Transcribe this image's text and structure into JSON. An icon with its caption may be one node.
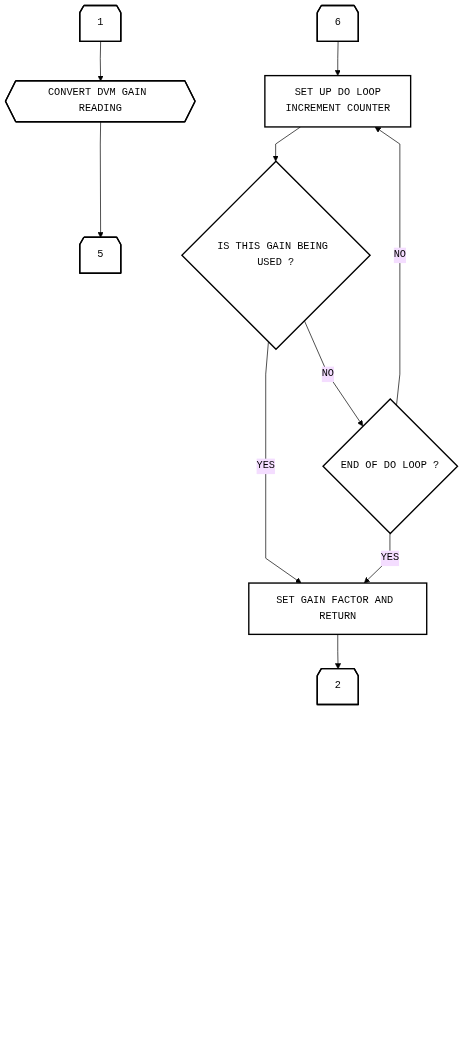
{
  "diagram": {
    "nodes": [
      {
        "text": [
          "1"
        ]
      },
      {
        "text": [
          "CONVERT DVM GAIN READING"
        ]
      },
      {
        "text": [
          "5"
        ]
      },
      {
        "text": [
          "SET UP DO LOOP",
          "INCREMENT COUNTER"
        ]
      },
      {
        "text": [
          "6"
        ]
      },
      {
        "text": [
          "IS THIS GAIN BEING USED ?"
        ]
      },
      {
        "text": [
          "END OF DO LOOP ?"
        ]
      },
      {
        "text": [
          "SET GAIN FACTOR AND RETURN"
        ]
      },
      {
        "text": [
          "2"
        ]
      }
    ],
    "edges": [
      {
        "from": 0,
        "to": 1,
        "arrow": "to"
      },
      {
        "from": 1,
        "to": 2,
        "arrow": "to"
      },
      {
        "from": 4,
        "to": 3,
        "arrow": "to"
      },
      {
        "from": 3,
        "to": 5,
        "arrow": "to"
      },
      {
        "from": 5,
        "to": 6,
        "arrow": "to",
        "label": "NO"
      },
      {
        "from": 5,
        "to": 7,
        "arrow": "to",
        "label": "YES"
      },
      {
        "from": 6,
        "to": 3,
        "arrow": "to",
        "label": "NO"
      },
      {
        "from": 6,
        "to": 7,
        "arrow": "to",
        "label": "YES"
      },
      {
        "from": 7,
        "to": 8,
        "arrow": "to"
      }
    ]
  }
}
